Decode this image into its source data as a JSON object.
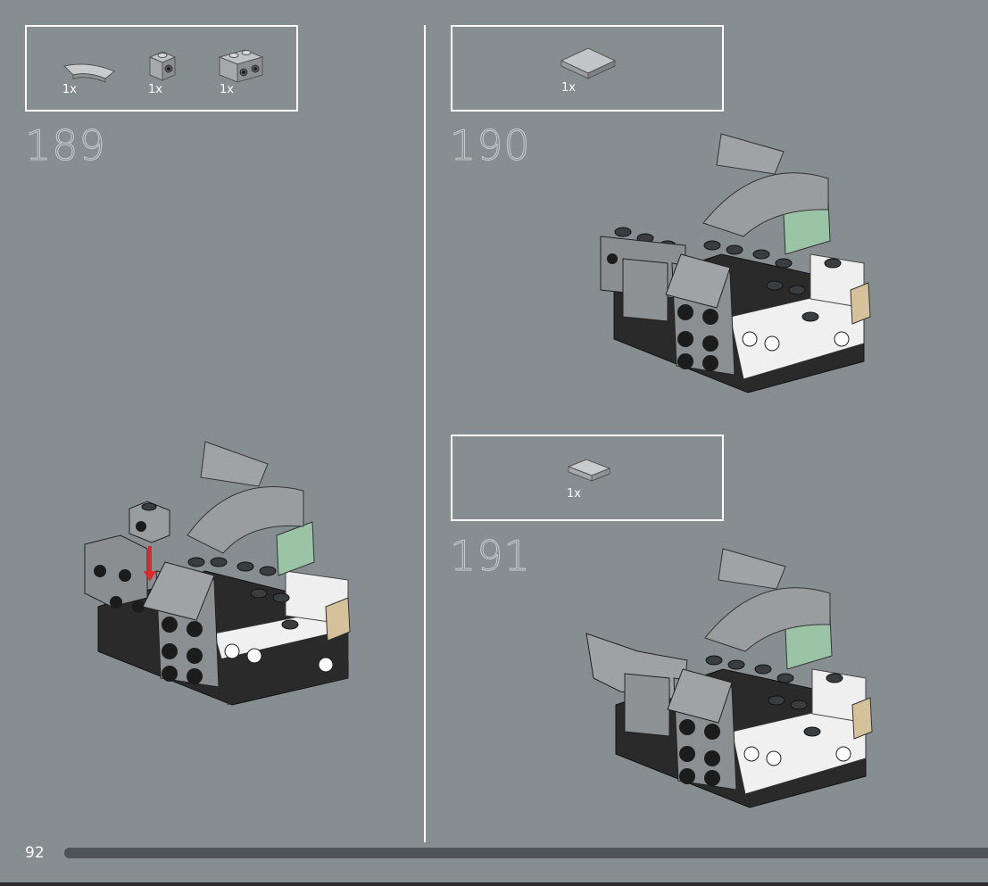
{
  "page": {
    "number": "92",
    "progress": 1.0
  },
  "steps": [
    {
      "number": "189",
      "parts": [
        {
          "icon": "curved-tile-icon",
          "qty": "1x"
        },
        {
          "icon": "brick-1x1-stud-side-icon",
          "qty": "1x"
        },
        {
          "icon": "brick-1x2-studs-side-icon",
          "qty": "1x"
        }
      ]
    },
    {
      "number": "190",
      "parts": [
        {
          "icon": "tile-2x2-icon",
          "qty": "1x"
        }
      ]
    },
    {
      "number": "191",
      "parts": [
        {
          "icon": "slope-tile-icon",
          "qty": "1x"
        }
      ]
    }
  ],
  "colors": {
    "background": "#878e91",
    "border": "#ffffff",
    "light_gray": "#a0a3a6",
    "dark_gray": "#4a4d50",
    "black": "#1c1c1c",
    "white_brick": "#f2f2f2",
    "sand_green": "#9bc3a6",
    "tan": "#d5c29a",
    "arrow_red": "#e0282a"
  }
}
